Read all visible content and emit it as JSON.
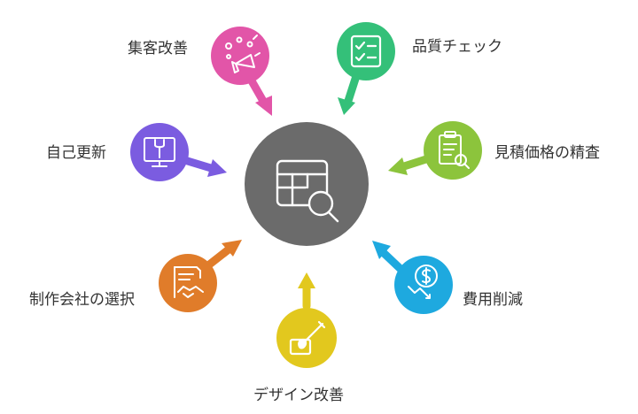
{
  "center": {
    "icon": "table-search-icon",
    "color": "#6b6b6b"
  },
  "nodes": [
    {
      "id": "customer",
      "label": "集客改善",
      "color": "#e255a8",
      "icon": "megaphone-sparkle-icon"
    },
    {
      "id": "quality",
      "label": "品質チェック",
      "color": "#34c079",
      "icon": "checklist-icon"
    },
    {
      "id": "price",
      "label": "見積価格の精査",
      "color": "#8cc43c",
      "icon": "clipboard-search-icon"
    },
    {
      "id": "cost",
      "label": "費用削減",
      "color": "#1ea9df",
      "icon": "dollar-decline-icon"
    },
    {
      "id": "design",
      "label": "デザイン改善",
      "color": "#e2c81e",
      "icon": "paint-brush-icon"
    },
    {
      "id": "vendor",
      "label": "制作会社の選択",
      "color": "#e07c2a",
      "icon": "contract-handshake-icon"
    },
    {
      "id": "self",
      "label": "自己更新",
      "color": "#7b5ce0",
      "icon": "monitor-wrench-icon"
    }
  ]
}
